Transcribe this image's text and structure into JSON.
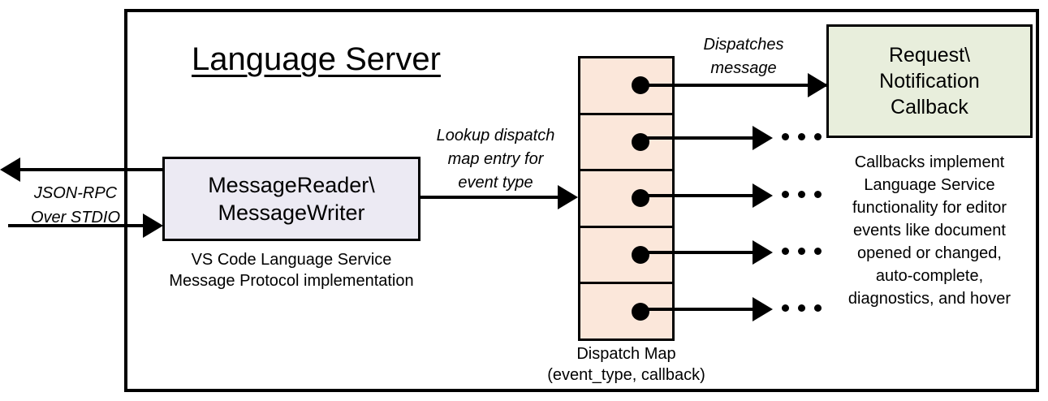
{
  "diagram": {
    "title": "Language Server",
    "outer_border_color": "#000000",
    "background": "#ffffff"
  },
  "external_interface": {
    "label": "JSON-RPC\nOver STDIO",
    "outbound_arrow_name": "outbound-jsonrpc-arrow",
    "inbound_arrow_name": "inbound-jsonrpc-arrow"
  },
  "reader_writer": {
    "title": "MessageReader\\\nMessageWriter",
    "caption": "VS Code Language Service\nMessage Protocol implementation",
    "fill": "#ECEAF3"
  },
  "lookup_edge": {
    "label": "Lookup dispatch\nmap entry for\nevent type"
  },
  "dispatch_map": {
    "caption": "Dispatch Map\n(event_type, callback)",
    "fill": "#FBE7DA",
    "cell_count": 5,
    "cells": [
      {
        "dot": "dispatch-entry-dot",
        "arrow": "dispatch-arrow-1",
        "trailing": ""
      },
      {
        "dot": "dispatch-entry-dot",
        "arrow": "dispatch-arrow-2",
        "trailing": "..."
      },
      {
        "dot": "dispatch-entry-dot",
        "arrow": "dispatch-arrow-3",
        "trailing": "..."
      },
      {
        "dot": "dispatch-entry-dot",
        "arrow": "dispatch-arrow-4",
        "trailing": "..."
      },
      {
        "dot": "dispatch-entry-dot",
        "arrow": "dispatch-arrow-5",
        "trailing": "..."
      }
    ]
  },
  "dispatch_edge": {
    "label": "Dispatches\nmessage"
  },
  "callback": {
    "title": "Request\\\nNotification\nCallback",
    "fill": "#E8EEDC",
    "caption": "Callbacks implement\nLanguage Service\nfunctionality for editor\nevents like document\nopened or changed,\nauto-complete,\ndiagnostics, and hover"
  }
}
